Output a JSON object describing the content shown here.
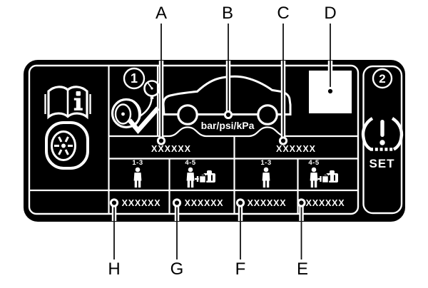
{
  "figure": "tire-pressure-placard-diagram",
  "callouts": {
    "top": [
      "A",
      "B",
      "C",
      "D"
    ],
    "bottom": [
      "H",
      "G",
      "F",
      "E"
    ]
  },
  "placard": {
    "step_1": "1",
    "step_2": "2",
    "pressure_unit": "bar/psi/kPa",
    "tpms_set_label": "SET",
    "table": {
      "front_axle_header": "XXXXXX",
      "rear_axle_header": "XXXXXX",
      "load_labels": [
        "1-3",
        "4-5",
        "1-3",
        "4-5"
      ],
      "pressure_values": [
        "XXXXXX",
        "XXXXXX",
        "XXXXXX",
        "XXXXXX"
      ]
    },
    "icons": [
      "owners-manual-icon",
      "tire-icon",
      "tire-inflation-icon",
      "pressure-gauge-icon",
      "check-icon",
      "car-side-icon",
      "occupant-icon",
      "luggage-icon",
      "tpms-warning-icon"
    ]
  },
  "colors": {
    "page_background": "#ffffff",
    "placard_background": "#000000",
    "placard_foreground": "#ffffff",
    "callout_text": "#000000"
  }
}
